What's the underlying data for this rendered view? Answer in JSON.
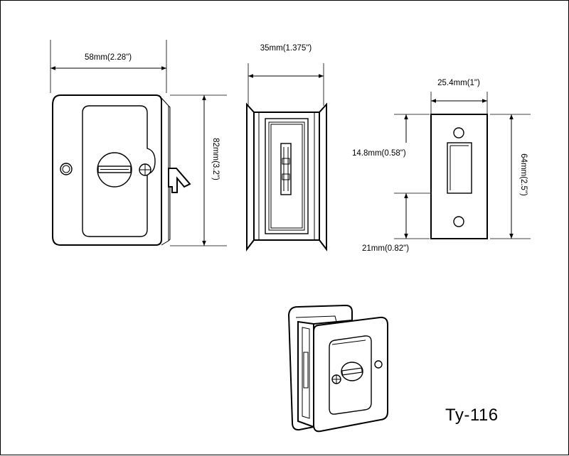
{
  "drawing": {
    "model_number": "Ty-116",
    "dimensions": {
      "front_width": "58mm(2.28\")",
      "front_height": "82mm(3.2\")",
      "side_depth": "35mm(1.375\")",
      "strike_width": "25.4mm(1\")",
      "strike_height": "64mm(2.5\")",
      "strike_opening": "14.8mm(0.58\")",
      "strike_offset": "21mm(0.82\")"
    }
  }
}
